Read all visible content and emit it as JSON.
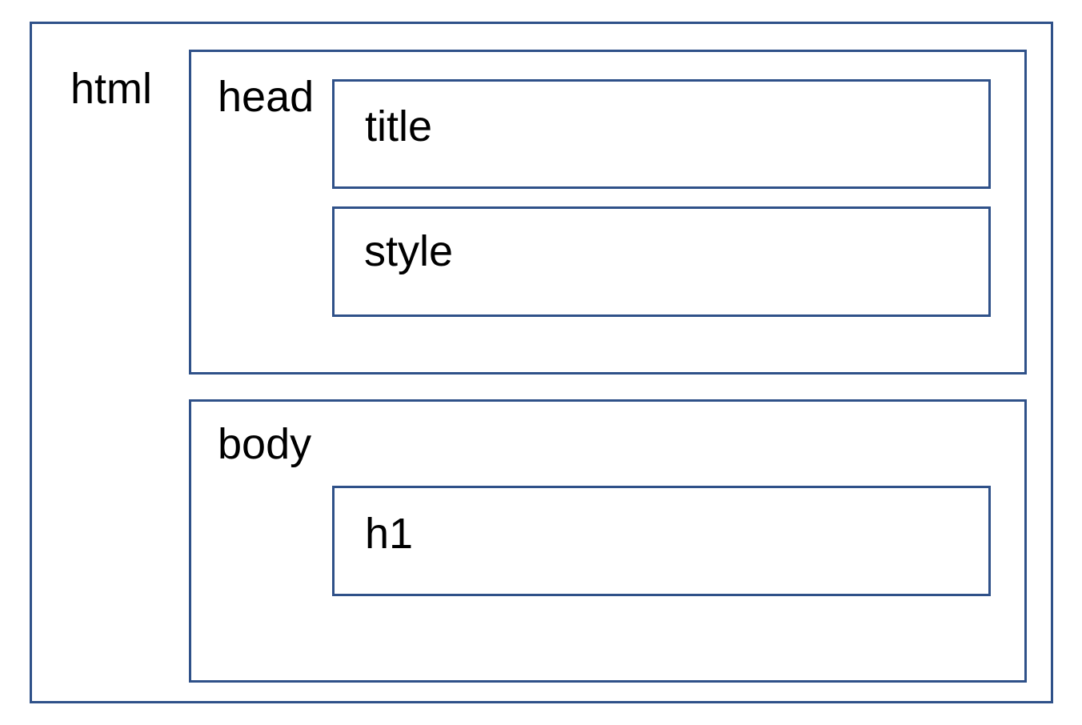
{
  "nodes": {
    "html": {
      "label": "html"
    },
    "head": {
      "label": "head"
    },
    "title": {
      "label": "title"
    },
    "style": {
      "label": "style"
    },
    "body": {
      "label": "body"
    },
    "h1": {
      "label": "h1"
    }
  },
  "colors": {
    "border": "#2f5189",
    "text": "#000000",
    "background": "#ffffff"
  }
}
